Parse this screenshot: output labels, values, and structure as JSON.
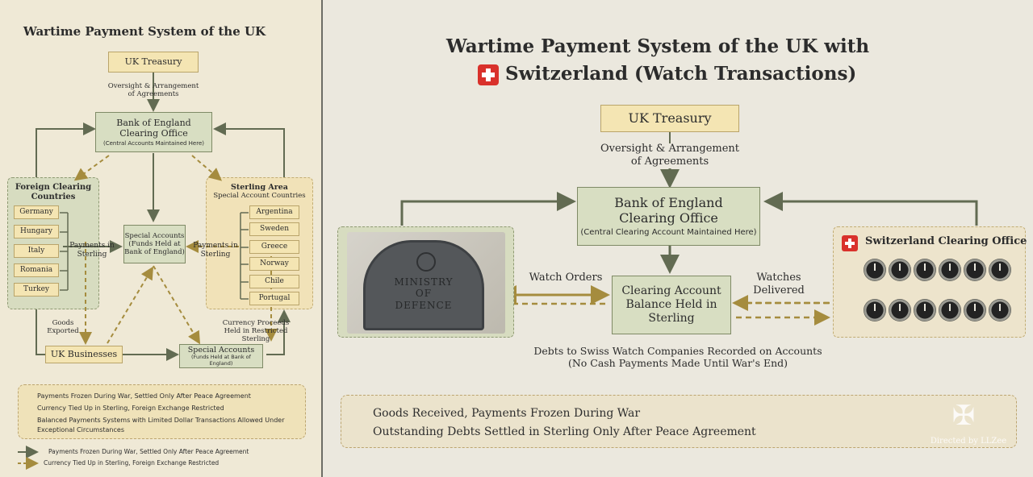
{
  "left": {
    "title": "Wartime Payment System of the UK",
    "treasury": "UK Treasury",
    "oversight": [
      "Oversight & Arrangement",
      "of Agreements"
    ],
    "boe": [
      "Bank of England",
      "Clearing Office"
    ],
    "boe_note": "(Central Accounts Maintained Here)",
    "foreign_title": [
      "Foreign Clearing",
      "Countries"
    ],
    "foreign_countries": [
      "Germany",
      "Hungary",
      "Italy",
      "Romania",
      "Turkey"
    ],
    "payments_left": [
      "Payments in",
      "Sterling"
    ],
    "special_center": [
      "Special Accounts",
      "(Funds Held at",
      "Bank of England)"
    ],
    "payments_right": [
      "Payments in",
      "Sterling"
    ],
    "sterling_title": [
      "Sterling Area",
      "Special Account Countries"
    ],
    "sterling_countries": [
      "Argentina",
      "Sweden",
      "Greece",
      "Norway",
      "Chile",
      "Portugal"
    ],
    "goods_exported": [
      "Goods",
      "Exported"
    ],
    "currency_proceeds": [
      "Currency Proceeds",
      "Held in Restricted",
      "Sterling"
    ],
    "uk_businesses": "UK Businesses",
    "special_bottom": "Special Accounts",
    "special_bottom_note": "(Funds Held at Bank of England)",
    "legend_box": [
      "Payments Frozen During War, Settled Only After Peace Agreement",
      "Currency Tied Up in Sterling, Foreign Exchange Restricted",
      "Balanced Payments Systems with Limited Dollar Transactions Allowed Under",
      "Exceptional Circumstances"
    ],
    "legend_bottom": [
      "Payments Frozen During War, Settled Only After Peace Agreement",
      "Currency Tied Up in Sterling, Foreign Exchange Restricted"
    ]
  },
  "right": {
    "title_line1": "Wartime Payment System of the UK with",
    "title_line2": "Switzerland (Watch Transactions)",
    "treasury": "UK Treasury",
    "oversight": [
      "Oversight & Arrangement",
      "of Agreements"
    ],
    "boe": [
      "Bank of England",
      "Clearing Office"
    ],
    "boe_note": "(Central Clearing Account Maintained Here)",
    "mod_plaque": [
      "MINISTRY",
      "OF",
      "DEFENCE"
    ],
    "watch_orders": "Watch Orders",
    "clearing_account": [
      "Clearing Account",
      "Balance Held in",
      "Sterling"
    ],
    "watches_delivered": [
      "Watches",
      "Delivered"
    ],
    "swiss_office": "Switzerland Clearing Office",
    "debts_note": [
      "Debts to Swiss Watch Companies Recorded on Accounts",
      "(No Cash Payments Made Until War's End)"
    ],
    "legend": [
      "Goods Received, Payments Frozen During War",
      "Outstanding Debts Settled in Sterling Only After Peace Agreement"
    ],
    "watermark": "Directed by LLZee"
  },
  "colors": {
    "sage": "#d8dec2",
    "tan": "#f4e5b3",
    "arrow_dark": "#626b52",
    "arrow_gold": "#a58c3e",
    "swiss_red": "#d9312b"
  }
}
